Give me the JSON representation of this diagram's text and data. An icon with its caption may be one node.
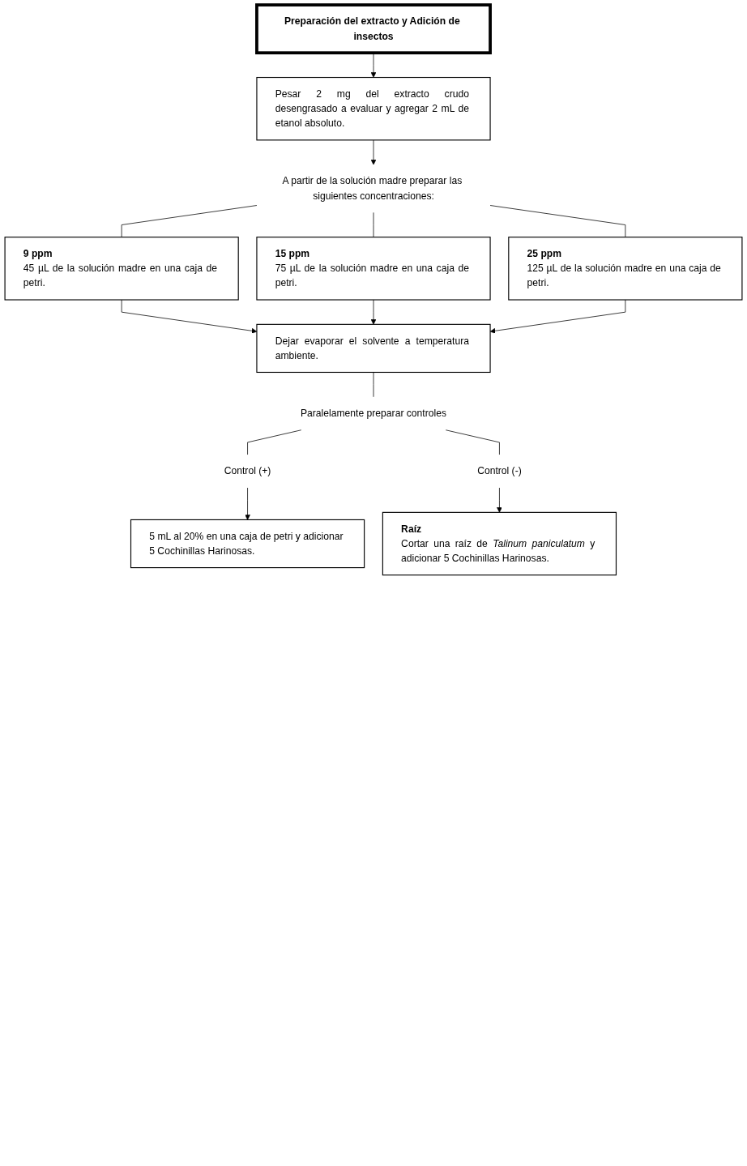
{
  "diagram": {
    "nodes": [
      {
        "text": [
          "Preparación del extracto y Adición de insectos"
        ]
      },
      {
        "text": [
          "Pesar 2 mg del extracto crudo desengrasado a evaluar y agregar 2 mL de etanol absoluto."
        ]
      },
      {
        "text": [
          "A partir de la solución madre preparar las siguientes concentraciones:"
        ]
      },
      {
        "text": [
          "9 ppm",
          "45 µL de la solución madre en una caja de petri."
        ]
      },
      {
        "text": [
          "15 ppm",
          "75 µL de la solución madre en una caja de petri."
        ]
      },
      {
        "text": [
          "25 ppm",
          "125 µL de la solución madre en una caja de petri."
        ]
      },
      {
        "text": [
          "Dejar evaporar el solvente a temperatura ambiente."
        ]
      },
      {
        "text": [
          "Paralelamente preparar controles"
        ]
      },
      {
        "text": [
          "Control (+)"
        ]
      },
      {
        "text": [
          "Control (-)"
        ]
      },
      {
        "text": [
          "5 mL al 20% en una caja de petri y adicionar 5 Cochinillas Harinosas."
        ]
      },
      {
        "text": [
          "Raíz",
          "Cortar una raíz de *Talinum paniculatum* y adicionar 5 Cochinillas Harinosas."
        ]
      }
    ],
    "edges": [
      {
        "from": 0,
        "to": 1,
        "arrow": "to"
      },
      {
        "from": 1,
        "to": 2,
        "arrow": "to"
      },
      {
        "from": 2,
        "to": 3,
        "arrow": "none"
      },
      {
        "from": 2,
        "to": 4,
        "arrow": "none"
      },
      {
        "from": 2,
        "to": 5,
        "arrow": "none"
      },
      {
        "from": 3,
        "to": 6,
        "arrow": "to"
      },
      {
        "from": 4,
        "to": 6,
        "arrow": "to"
      },
      {
        "from": 5,
        "to": 6,
        "arrow": "to"
      },
      {
        "from": 6,
        "to": 7,
        "arrow": "none"
      },
      {
        "from": 7,
        "to": 8,
        "arrow": "none"
      },
      {
        "from": 7,
        "to": 9,
        "arrow": "none"
      },
      {
        "from": 8,
        "to": 10,
        "arrow": "to"
      },
      {
        "from": 9,
        "to": 11,
        "arrow": "to"
      }
    ]
  }
}
